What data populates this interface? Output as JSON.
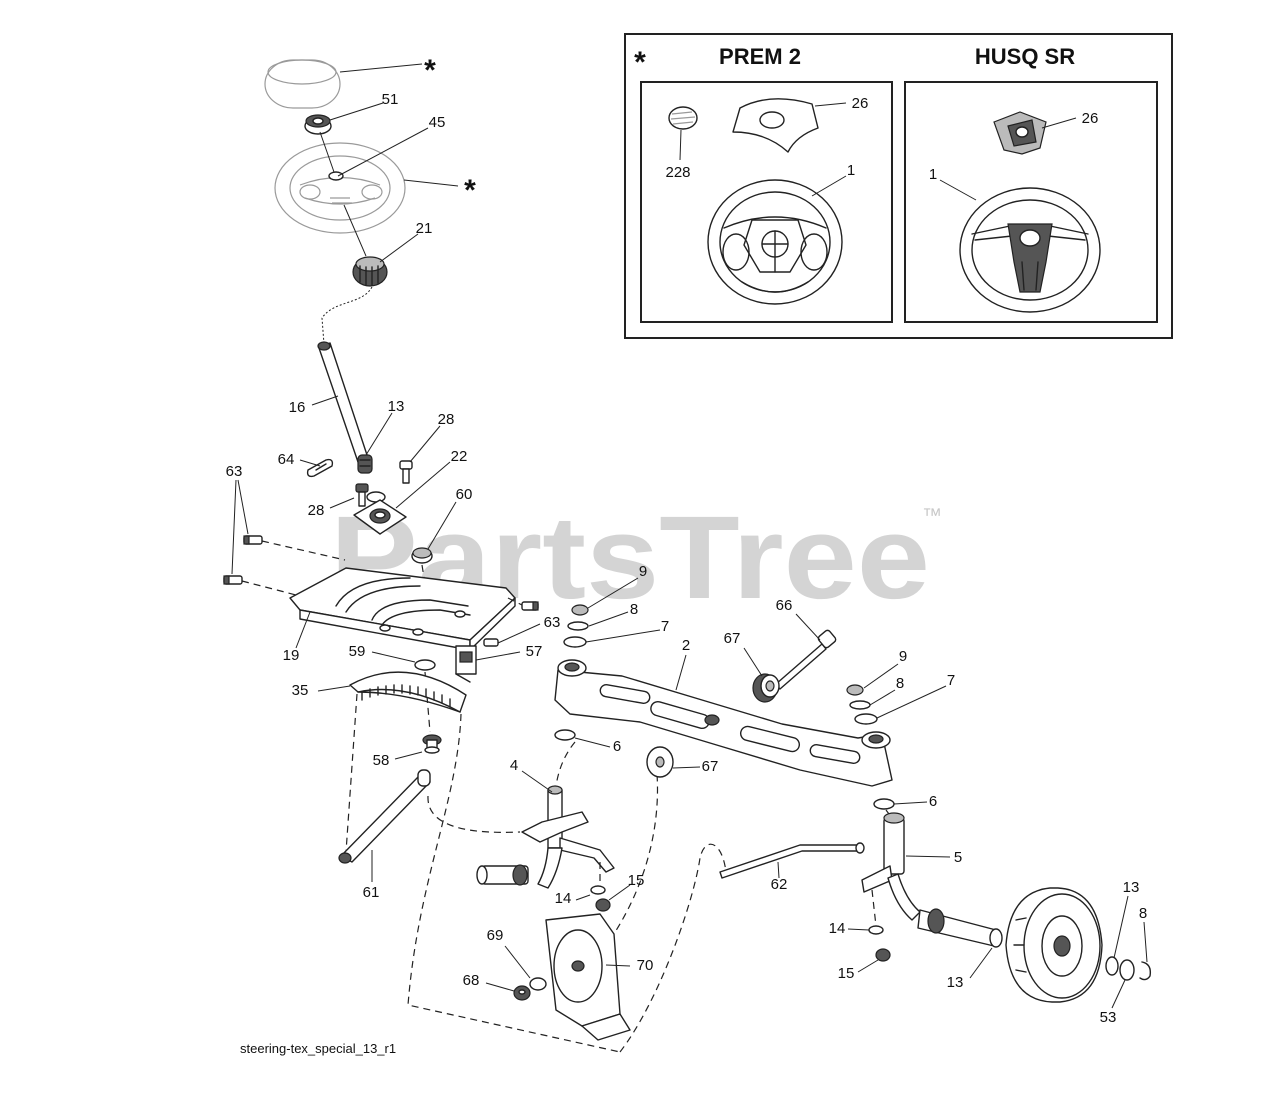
{
  "diagram": {
    "watermark": "PartsTree",
    "watermark_tm": "™",
    "footer": "steering-tex_special_13_r1",
    "inset": {
      "star": "*",
      "prem_title": "PREM 2",
      "husq_title": "HUSQ SR",
      "prem_labels": [
        "26",
        "228",
        "1"
      ],
      "husq_labels": [
        "26",
        "1"
      ]
    },
    "callouts": [
      "*",
      "51",
      "45",
      "*",
      "21",
      "16",
      "13",
      "28",
      "64",
      "22",
      "63",
      "28",
      "60",
      "9",
      "8",
      "63",
      "7",
      "66",
      "19",
      "59",
      "57",
      "67",
      "2",
      "9",
      "8",
      "7",
      "35",
      "6",
      "58",
      "4",
      "67",
      "6",
      "5",
      "62",
      "61",
      "14",
      "15",
      "13",
      "8",
      "14",
      "69",
      "70",
      "15",
      "68",
      "13",
      "53"
    ]
  }
}
